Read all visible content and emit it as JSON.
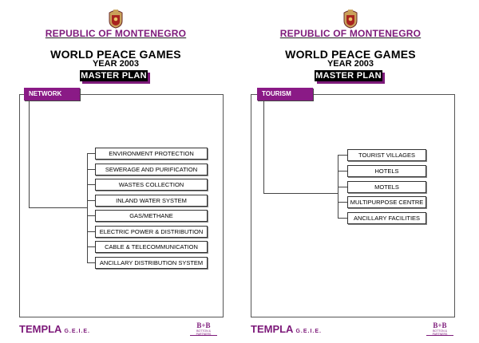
{
  "header": {
    "republic": "REPUBLIC OF MONTENEGRO",
    "title": "WORLD PEACE GAMES",
    "year": "YEAR 2003",
    "master_plan": "MASTER PLAN"
  },
  "panels": [
    {
      "tag": "NETWORK",
      "items": [
        "ENVIRONMENT PROTECTION",
        "SEWERAGE AND PURIFICATION",
        "WASTES COLLECTION",
        "INLAND WATER SYSTEM",
        "GAS/METHANE",
        "ELECTRIC POWER & DISTRIBUTION",
        "CABLE & TELECOMMUNICATION",
        "ANCILLARY DISTRIBUTION SYSTEM"
      ]
    },
    {
      "tag": "TOURISM",
      "items": [
        "TOURIST VILLAGES",
        "HOTELS",
        "MOTELS",
        "MULTIPURPOSE CENTRE",
        "ANCILLARY FACILITIES"
      ]
    }
  ],
  "footer": {
    "brand": "TEMPLA",
    "brand_sub": "G.E.I.E.",
    "logo_text": "B+B",
    "logo_sub": "BOTTON & PARTNERS"
  },
  "colors": {
    "accent": "#8a1a86"
  }
}
